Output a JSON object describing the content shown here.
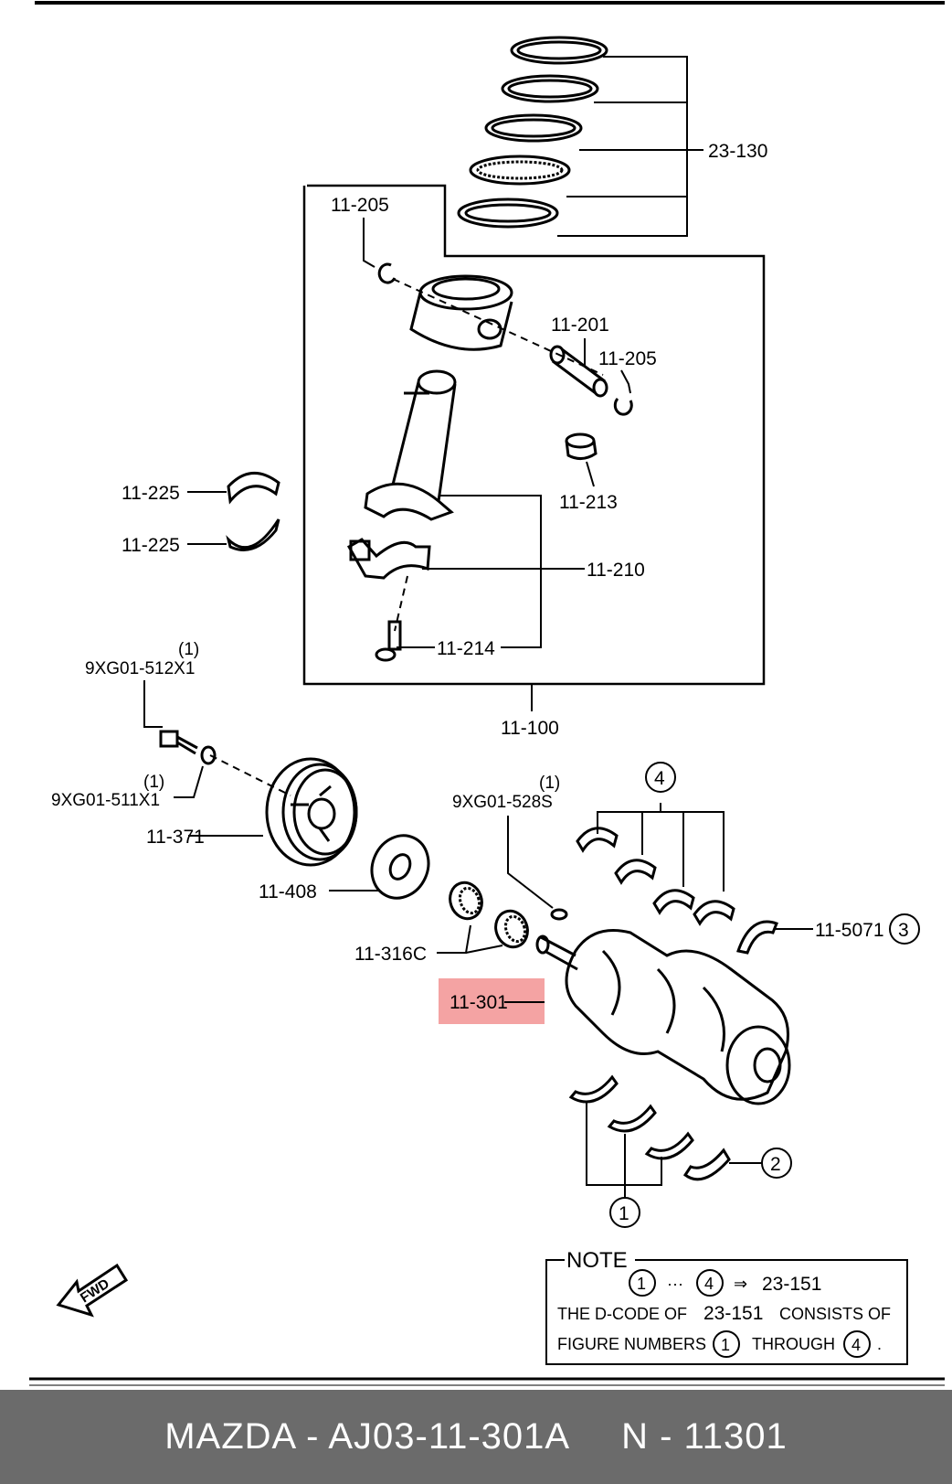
{
  "callouts": {
    "ring_set": "23-130",
    "snap_ring_a": "11-205",
    "piston_pin": "11-201",
    "snap_ring_b": "11-205",
    "bushing": "11-213",
    "main_bearing_a": "11-225",
    "main_bearing_b": "11-225",
    "rod_cap": "11-210",
    "rod_bolt": "11-214",
    "piston_assembly": "11-100",
    "pulley_bolt_qty": "(1)",
    "pulley_bolt": "9XG01-512X1",
    "washer_qty": "(1)",
    "washer": "9XG01-511X1",
    "pulley": "11-371",
    "plate": "11-408",
    "key_qty": "(1)",
    "key": "9XG01-528S",
    "sprocket": "11-316C",
    "crankshaft": "11-301",
    "thrust_bearing": "11-5071",
    "circle_1": "1",
    "circle_2": "2",
    "circle_3": "3",
    "circle_4": "4"
  },
  "fwd_label": "FWD",
  "note": {
    "title": "NOTE",
    "line1_a": "1",
    "line1_dots": "···",
    "line1_b": "4",
    "line1_arrow": "⇒",
    "line1_code": "23-151",
    "line2_pre": "THE D-CODE OF",
    "line2_code": "23-151",
    "line2_post": "CONSISTS OF",
    "line3_pre": "FIGURE NUMBERS",
    "line3_a": "1",
    "line3_mid": "THROUGH",
    "line3_b": "4",
    "line3_end": "."
  },
  "highlight_color": "#f4a3a3",
  "footer": {
    "left": "MAZDA - AJ03-11-301A",
    "right": "N - 11301"
  }
}
